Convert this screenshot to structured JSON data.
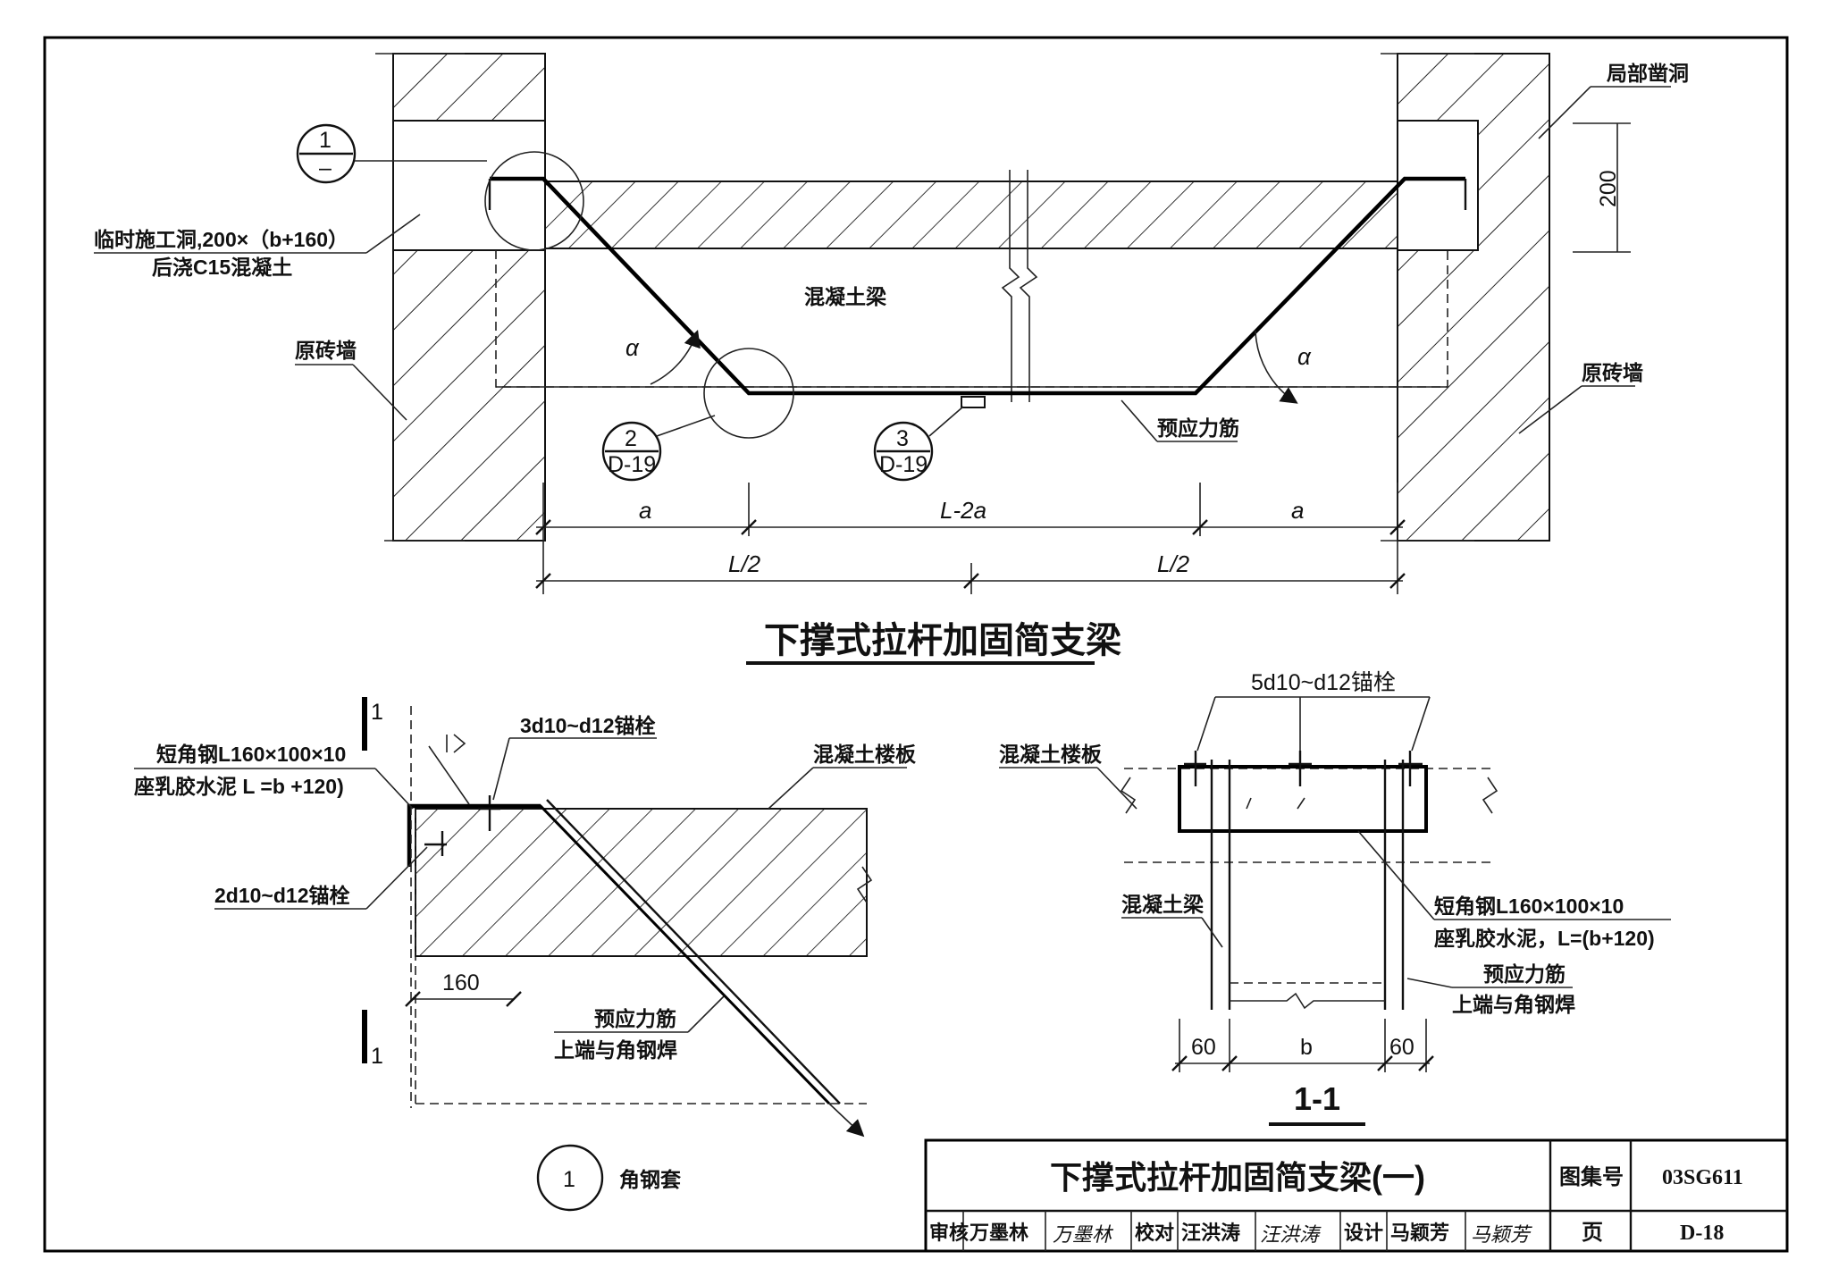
{
  "main_view": {
    "title": "下撑式拉杆加固简支梁",
    "labels": {
      "local_opening": "局部凿洞",
      "temp_hole_line1": "临时施工洞,200×（b+160）",
      "temp_hole_line2": "后浇C15混凝土",
      "concrete_beam": "混凝土梁",
      "brick_wall_left": "原砖墙",
      "brick_wall_right": "原砖墙",
      "prestress_bar": "预应力筋",
      "alpha_left": "α",
      "alpha_right": "α"
    },
    "callouts": {
      "c1_num": "1",
      "c1_ref": "–",
      "c2_num": "2",
      "c2_ref": "D-19",
      "c3_num": "3",
      "c3_ref": "D-19"
    },
    "dimensions": {
      "d200": "200",
      "a_left": "a",
      "middle": "L-2a",
      "a_right": "a",
      "half_left": "L/2",
      "half_right": "L/2"
    }
  },
  "detail_1": {
    "title_num": "1",
    "title": "角钢套",
    "section_mark": "1",
    "labels": {
      "anchor_3d": "3d10~d12锚栓",
      "angle_line1": "短角钢L160×100×10",
      "angle_line2": "座乳胶水泥 L =b +120)",
      "anchor_2d": "2d10~d12锚栓",
      "slab": "混凝土楼板",
      "bar_line1": "预应力筋",
      "bar_line2": "上端与角钢焊"
    },
    "dimensions": {
      "d160": "160"
    }
  },
  "section_1_1": {
    "title": "1-1",
    "labels": {
      "anchor_5d": "5d10~d12锚栓",
      "slab": "混凝土楼板",
      "beam": "混凝土梁",
      "angle_line1": "短角钢L160×100×10",
      "angle_line2": "座乳胶水泥，L=(b+120)",
      "bar_line1": "预应力筋",
      "bar_line2": "上端与角钢焊"
    },
    "dimensions": {
      "d60_left": "60",
      "b": "b",
      "d60_right": "60"
    }
  },
  "title_block": {
    "drawing_title": "下撑式拉杆加固简支梁(一)",
    "atlas_label": "图集号",
    "atlas_no": "03SG611",
    "page_label": "页",
    "page_no": "D-18",
    "review_label": "审核",
    "reviewer": "万墨林",
    "reviewer_sign": "万墨林",
    "check_label": "校对",
    "checker": "汪洪涛",
    "checker_sign": "汪洪涛",
    "design_label": "设计",
    "designer": "马颖芳",
    "designer_sign": "马颖芳"
  }
}
